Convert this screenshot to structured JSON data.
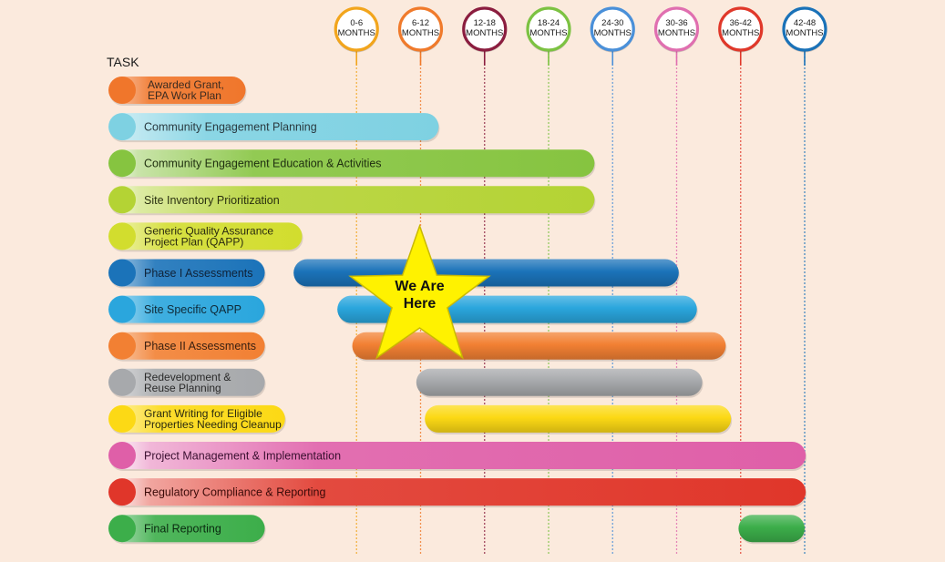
{
  "chart_data": {
    "type": "gantt",
    "axis_label": "TASK",
    "periods": [
      {
        "range": "0-6",
        "unit": "MONTHS",
        "color": "#f2a51c"
      },
      {
        "range": "6-12",
        "unit": "MONTHS",
        "color": "#f07a2b"
      },
      {
        "range": "12-18",
        "unit": "MONTHS",
        "color": "#8b1d3f"
      },
      {
        "range": "18-24",
        "unit": "MONTHS",
        "color": "#7cc242"
      },
      {
        "range": "24-30",
        "unit": "MONTHS",
        "color": "#4a90d9"
      },
      {
        "range": "30-36",
        "unit": "MONTHS",
        "color": "#e06fb0"
      },
      {
        "range": "36-42",
        "unit": "MONTHS",
        "color": "#e0382a"
      },
      {
        "range": "42-48",
        "unit": "MONTHS",
        "color": "#1a72b8"
      }
    ],
    "month_range": [
      0,
      48
    ],
    "tasks": [
      {
        "label": [
          "Awarded Grant,",
          "EPA Work Plan"
        ],
        "color": "#f0762b",
        "text_color": "#3a2a20",
        "label_bar_end": -4.4,
        "bar": null
      },
      {
        "label": [
          "Community Engagement Planning"
        ],
        "color": "#7ed1e2",
        "text_color": "#2a3a40",
        "label_bar_end": 13.7,
        "bar": null
      },
      {
        "label": [
          "Community Engagement Education & Activities"
        ],
        "color": "#86c440",
        "text_color": "#203010",
        "label_bar_end": 28.3,
        "bar": null
      },
      {
        "label": [
          "Site Inventory Prioritization"
        ],
        "color": "#b4d334",
        "text_color": "#2a3010",
        "label_bar_end": 28.3,
        "bar": null
      },
      {
        "label": [
          "Generic Quality Assurance",
          "Project Plan (QAPP)"
        ],
        "color": "#d2dd2e",
        "text_color": "#2a2a10",
        "label_bar_end": 0.9,
        "bar": null
      },
      {
        "label": [
          "Phase I Assessments"
        ],
        "color": "#1b73b9",
        "text_color": "#0f2238",
        "label_bar_end": -2.6,
        "bar": [
          0.1,
          36.2
        ]
      },
      {
        "label": [
          "Site Specific QAPP"
        ],
        "color": "#2aa6dd",
        "text_color": "#0f2a38",
        "label_bar_end": -2.6,
        "bar": [
          4.2,
          37.9
        ]
      },
      {
        "label": [
          "Phase II Assessments"
        ],
        "color": "#f28033",
        "text_color": "#3a2010",
        "label_bar_end": -2.6,
        "bar": [
          5.6,
          40.6
        ]
      },
      {
        "label": [
          "Redevelopment &",
          "Reuse Planning"
        ],
        "color": "#a7a9ac",
        "text_color": "#2a2a2a",
        "label_bar_end": -2.6,
        "bar": [
          11.6,
          38.4
        ]
      },
      {
        "label": [
          "Grant Writing for Eligible",
          "Properties Needing Cleanup"
        ],
        "color": "#fcd915",
        "text_color": "#2a2a10",
        "label_bar_end": -0.7,
        "bar": [
          12.4,
          41.1
        ]
      },
      {
        "label": [
          "Project Management & Implementation"
        ],
        "color": "#df5fa8",
        "text_color": "#3a1030",
        "label_bar_end": 48.1,
        "bar": null
      },
      {
        "label": [
          "Regulatory Compliance & Reporting"
        ],
        "color": "#e0362a",
        "text_color": "#3a0a08",
        "label_bar_end": 48.1,
        "bar": null
      },
      {
        "label": [
          "Final Reporting"
        ],
        "color": "#3cae4a",
        "text_color": "#0a2a10",
        "label_bar_end": -2.6,
        "bar": [
          41.8,
          48.0
        ]
      }
    ],
    "marker": {
      "lines": [
        "We Are",
        "Here"
      ],
      "month": 12.0,
      "color": "#fff200",
      "outline": "#c9b900"
    }
  }
}
